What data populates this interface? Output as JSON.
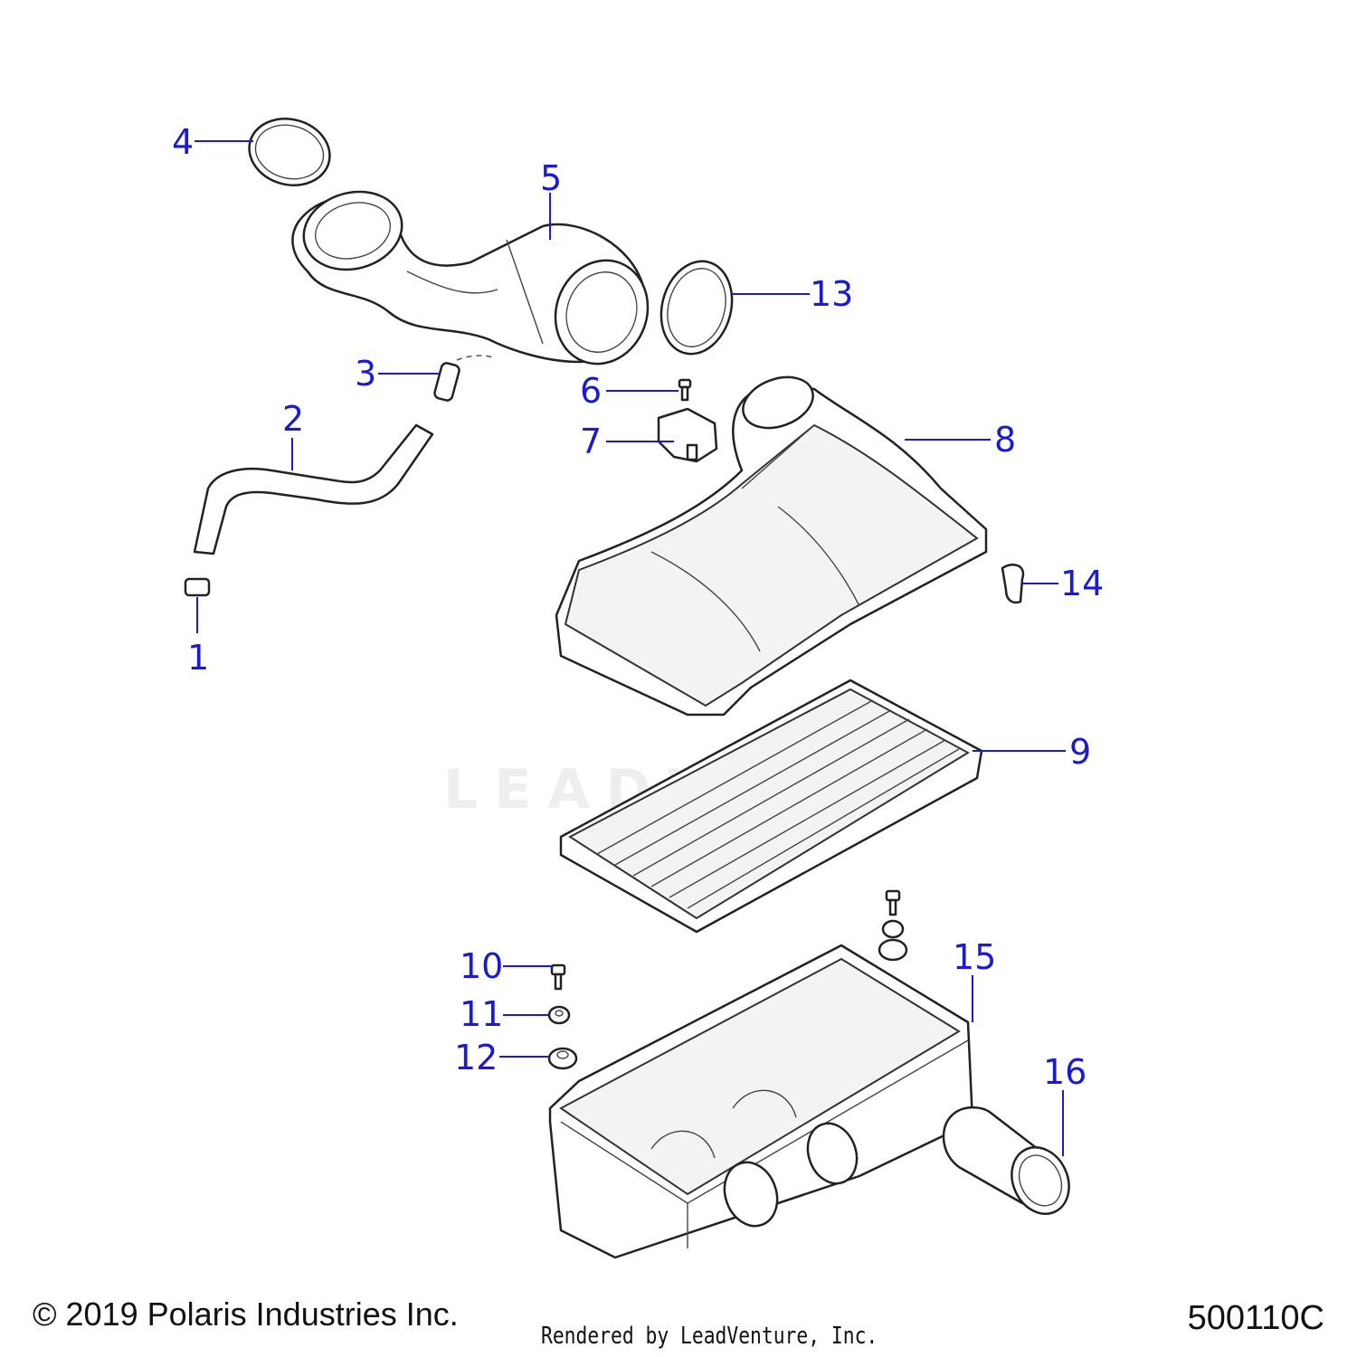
{
  "callouts": {
    "c1": "1",
    "c2": "2",
    "c3": "3",
    "c4": "4",
    "c5": "5",
    "c6": "6",
    "c7": "7",
    "c8": "8",
    "c9": "9",
    "c10": "10",
    "c11": "11",
    "c12": "12",
    "c13": "13",
    "c14": "14",
    "c15": "15",
    "c16": "16"
  },
  "watermark": "LEADV",
  "footer": {
    "copyright": "© 2019 Polaris Industries Inc.",
    "rendered_by": "Rendered by LeadVenture, Inc.",
    "diagram_number": "500110C"
  },
  "colors": {
    "callout": "#1a1ad6",
    "line_art": "#222222"
  }
}
